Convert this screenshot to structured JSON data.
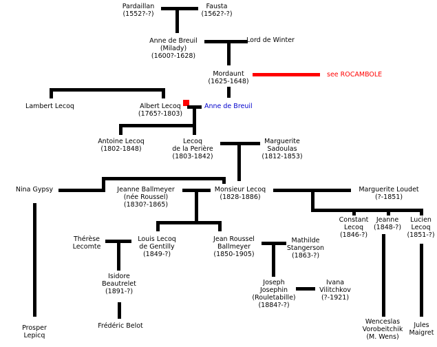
{
  "title": "Lecoq family tree",
  "colors": {
    "line": "#000000",
    "cross_reference": "#ff0000",
    "linked_person": "#0000cc"
  },
  "people": {
    "pardaillan": {
      "name": "Pardaillan",
      "dates": "(1552?-?)"
    },
    "fausta": {
      "name": "Fausta",
      "dates": "(1562?-?)"
    },
    "anne_de_breuil_milady": {
      "name": "Anne de Breuil",
      "alias": "(Milady)",
      "dates": "(1600?-1628)"
    },
    "lord_de_winter": {
      "name": "Lord de Winter"
    },
    "mordaunt": {
      "name": "Mordaunt",
      "dates": "(1625-1648)"
    },
    "see_rocambole": {
      "label": "see ROCAMBOLE"
    },
    "lambert_lecoq": {
      "name": "Lambert Lecoq"
    },
    "albert_lecoq": {
      "name": "Albert Lecoq",
      "dates": "(1765?-1803)"
    },
    "anne_de_breuil_link": {
      "name": "Anne de Breuil"
    },
    "antoine_lecoq": {
      "name": "Antoine Lecoq",
      "dates": "(1802-1848)"
    },
    "lecoq_de_la_periere": {
      "name": "Lecoq",
      "name2": "de la Perière",
      "dates": "(1803-1842)"
    },
    "marguerite_sadoulas": {
      "name": "Marguerite",
      "name2": "Sadoulas",
      "dates": "(1812-1853)"
    },
    "nina_gypsy": {
      "name": "Nina Gypsy"
    },
    "jeanne_ballmeyer": {
      "name": "Jeanne Ballmeyer",
      "alias": "(née Roussel)",
      "dates": "(1830?-1865)"
    },
    "monsieur_lecoq": {
      "name": "Monsieur Lecoq",
      "dates": "(1828-1886)"
    },
    "marguerite_loudet": {
      "name": "Marguerite Loudet",
      "dates": "(?-1851)"
    },
    "constant_lecoq": {
      "name": "Constant",
      "name2": "Lecoq",
      "dates": "(1846-?)"
    },
    "jeanne_1848": {
      "name": "Jeanne",
      "dates": "(1848-?)"
    },
    "lucien_lecoq": {
      "name": "Lucien",
      "name2": "Lecoq",
      "dates": "(1851-?)"
    },
    "therese_lecomte": {
      "name": "Thérèse",
      "name2": "Lecomte"
    },
    "louis_lecoq_de_gentilly": {
      "name": "Louis Lecoq",
      "name2": "de Gentilly",
      "dates": "(1849-?)"
    },
    "jean_roussel_ballmeyer": {
      "name": "Jean Roussel",
      "name2": "Ballmeyer",
      "dates": "(1850-1905)"
    },
    "mathilde_stangerson": {
      "name": "Mathilde",
      "name2": "Stangerson",
      "dates": "(1863-?)"
    },
    "isidore_beautrelet": {
      "name": "Isidore",
      "name2": "Beautrelet",
      "dates": "(1891-?)"
    },
    "joseph_josephin": {
      "name": "Joseph",
      "name2": "Josephin",
      "alias": "(Rouletabille)",
      "dates": "(1884?-?)"
    },
    "ivana_vilitchkov": {
      "name": "Ivana",
      "name2": "Vilitchkov",
      "dates": "(?-1921)"
    },
    "prosper_lepicq": {
      "name": "Prosper",
      "name2": "Lepicq"
    },
    "frederic_belot": {
      "name": "Frédéric Belot"
    },
    "wenceslas_vorobeitchik": {
      "name": "Wenceslas",
      "name2": "Vorobeitchik",
      "alias": "(M. Wens)"
    },
    "jules_maigret": {
      "name": "Jules",
      "name2": "Maigret"
    }
  }
}
